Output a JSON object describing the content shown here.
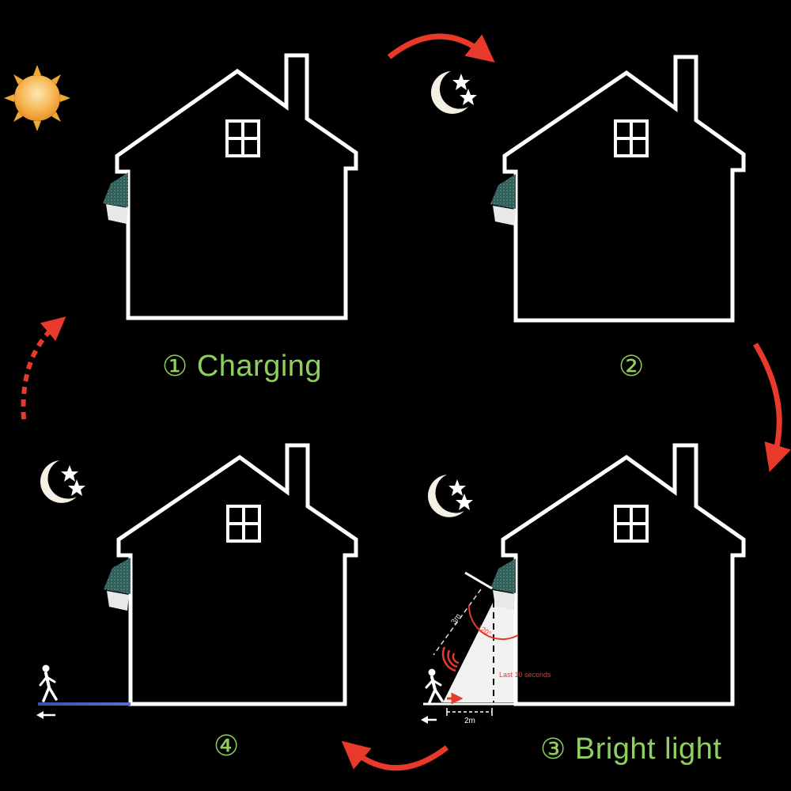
{
  "panels": [
    {
      "id": 1,
      "marker": "①",
      "label": "Charging"
    },
    {
      "id": 2,
      "marker": "②",
      "label": ""
    },
    {
      "id": 3,
      "marker": "③",
      "label": "Bright light"
    },
    {
      "id": 4,
      "marker": "④",
      "label": ""
    }
  ],
  "annotations": {
    "distance_diagonal": "3m",
    "distance_ground": "2m",
    "duration": "Last 10 seconds",
    "angle": "120°"
  },
  "colors": {
    "outline": "#ffffff",
    "caption": "#8fcf5e",
    "arrow": "#e8392a",
    "sun": "#f0a830",
    "light_beam": "#f2f2f2",
    "background": "#000000"
  },
  "icons": [
    "sun-icon",
    "moon-stars-icon",
    "solar-lamp-icon",
    "walking-person-icon",
    "cycle-arrow-icon"
  ]
}
